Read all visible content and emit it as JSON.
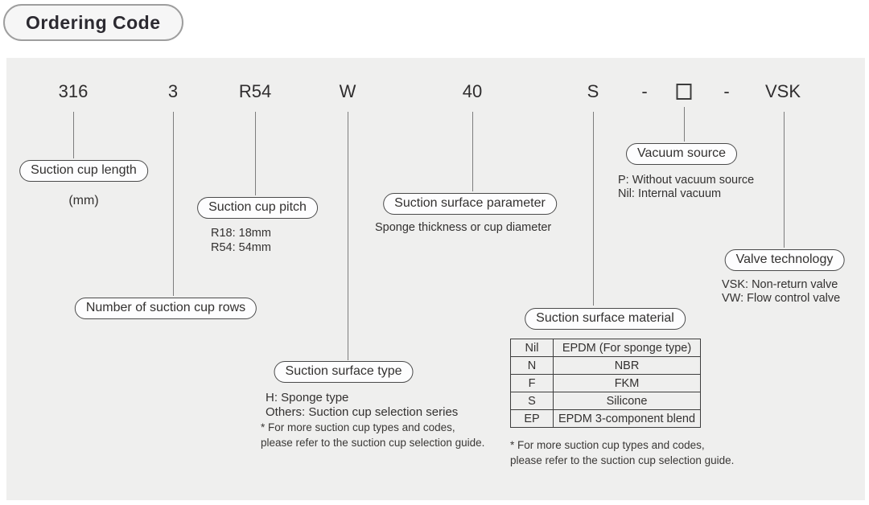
{
  "title": "Ordering Code",
  "colors": {
    "panel_bg": "#efefee",
    "text": "#333130",
    "connector_line": "#7d7d7d",
    "bubble_border": "#4a4a4a",
    "table_border": "#3d3d3d"
  },
  "code": {
    "segments": [
      {
        "text": "316"
      },
      {
        "text": "3"
      },
      {
        "text": "R54"
      },
      {
        "text": "W"
      },
      {
        "text": "40"
      },
      {
        "text": "S"
      },
      {
        "text": "-"
      },
      {
        "text": "□"
      },
      {
        "text": "-"
      },
      {
        "text": "VSK"
      }
    ]
  },
  "callouts": {
    "suction_cup_length": {
      "label": "Suction cup length",
      "unit": "(mm)"
    },
    "suction_cup_pitch": {
      "label": "Suction cup pitch",
      "lines": [
        "R18: 18mm",
        "R54: 54mm"
      ]
    },
    "number_of_suction_cup_rows": {
      "label": "Number of suction cup rows"
    },
    "suction_surface_type": {
      "label": "Suction surface type",
      "lines": [
        "H: Sponge type",
        "Others: Suction cup selection series"
      ],
      "note_lines": [
        "* For more suction cup types and codes,",
        "please refer to the suction cup selection guide."
      ]
    },
    "suction_surface_parameter": {
      "label": "Suction surface parameter",
      "lines": [
        "Sponge thickness or cup diameter"
      ]
    },
    "suction_surface_material": {
      "label": "Suction surface material",
      "rows": [
        {
          "code": "Nil",
          "name": "EPDM (For sponge type)"
        },
        {
          "code": "N",
          "name": "NBR"
        },
        {
          "code": "F",
          "name": "FKM"
        },
        {
          "code": "S",
          "name": "Silicone"
        },
        {
          "code": "EP",
          "name": "EPDM 3-component blend"
        }
      ],
      "note_lines": [
        "* For more suction cup types and codes,",
        "please refer to the suction cup selection guide."
      ]
    },
    "vacuum_source": {
      "label": "Vacuum source",
      "lines": [
        "P: Without vacuum source",
        "Nil: Internal vacuum"
      ]
    },
    "valve_technology": {
      "label": "Valve technology",
      "lines": [
        "VSK: Non-return valve",
        "VW: Flow control valve"
      ]
    }
  }
}
